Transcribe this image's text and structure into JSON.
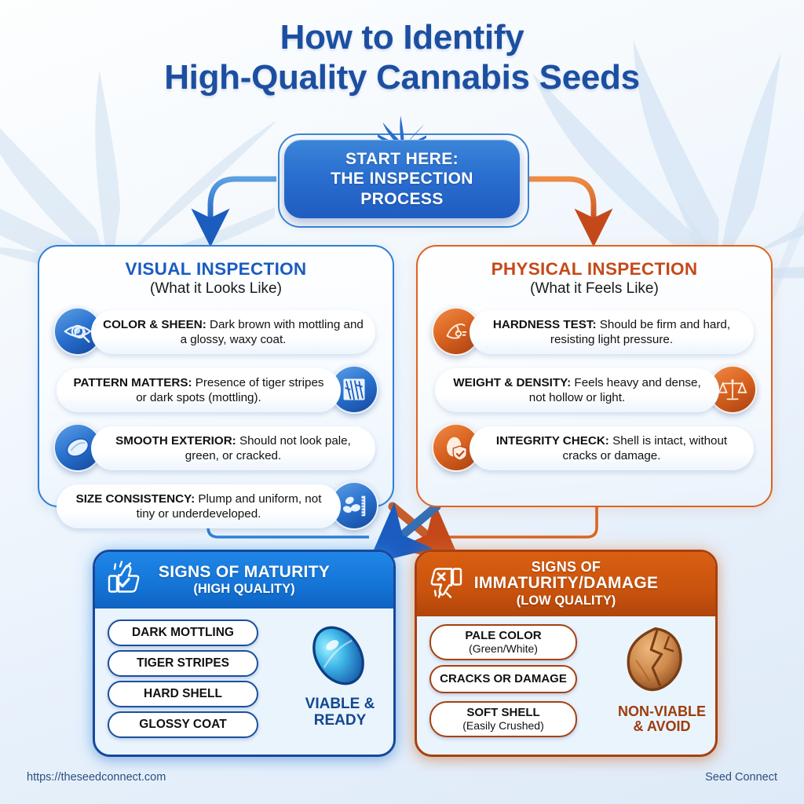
{
  "title": {
    "line1": "How to Identify",
    "line2": "High-Quality Cannabis Seeds"
  },
  "start": {
    "label": "START HERE:\nTHE INSPECTION\nPROCESS",
    "icon": "cannabis-leaf-icon"
  },
  "colors": {
    "blue_accent": "#2a6fd0",
    "blue_dark": "#16489b",
    "blue_title": "#1c4fa1",
    "orange_accent": "#dd6320",
    "orange_dark": "#a8400f",
    "panel_bg": "#eaf4fd",
    "page_bg": "#eef5fc"
  },
  "panels": [
    {
      "id": "visual",
      "title": "VISUAL INSPECTION",
      "subtitle": "(What it Looks Like)",
      "items": [
        {
          "term": "COLOR & SHEEN:",
          "desc": " Dark brown with mottling and a glossy, waxy coat.",
          "icon": "eye-magnifier-icon",
          "icon_side": "left"
        },
        {
          "term": "PATTERN MATTERS:",
          "desc": " Presence of tiger stripes or dark spots (mottling).",
          "icon": "tiger-stripe-pattern-icon",
          "icon_side": "right"
        },
        {
          "term": "SMOOTH EXTERIOR:",
          "desc": " Should not look pale, green, or cracked.",
          "icon": "smooth-seed-icon",
          "icon_side": "left"
        },
        {
          "term": "SIZE CONSISTENCY:",
          "desc": " Plump and uniform, not tiny or underdeveloped.",
          "icon": "seeds-ruler-icon",
          "icon_side": "right"
        }
      ]
    },
    {
      "id": "physical",
      "title": "PHYSICAL INSPECTION",
      "subtitle": "(What it Feels Like)",
      "items": [
        {
          "term": "HARDNESS TEST:",
          "desc": " Should be firm and hard, resisting light pressure.",
          "icon": "pinching-hand-icon",
          "icon_side": "left"
        },
        {
          "term": "WEIGHT & DENSITY:",
          "desc": " Feels heavy and dense, not hollow or light.",
          "icon": "balance-scale-icon",
          "icon_side": "right"
        },
        {
          "term": "INTEGRITY CHECK:",
          "desc": " Shell is intact, without cracks or damage.",
          "icon": "seed-shield-check-icon",
          "icon_side": "left"
        }
      ]
    }
  ],
  "outcomes": {
    "good": {
      "heading_line1": "SIGNS OF MATURITY",
      "heading_line2": "(HIGH QUALITY)",
      "icon": "thumbs-up-check-icon",
      "tags": [
        {
          "label": "DARK MOTTLING"
        },
        {
          "label": "TIGER STRIPES"
        },
        {
          "label": "HARD SHELL"
        },
        {
          "label": "GLOSSY COAT"
        }
      ],
      "result_line1": "VIABLE &",
      "result_line2": "READY",
      "result_icon": "glossy-blue-seed-icon"
    },
    "bad": {
      "heading_line1": "SIGNS OF",
      "heading_line2": "IMMATURITY/DAMAGE",
      "heading_line3": "(LOW QUALITY)",
      "icon": "thumbs-down-cross-icon",
      "tags": [
        {
          "label": "PALE COLOR",
          "note": "(Green/White)"
        },
        {
          "label": "CRACKS OR DAMAGE",
          "note": ""
        },
        {
          "label": "SOFT SHELL",
          "note": "(Easily Crushed)"
        }
      ],
      "result_line1": "NON-VIABLE",
      "result_line2": "& AVOID",
      "result_icon": "cracked-brown-seed-icon"
    }
  },
  "footer": {
    "url": "https://theseedconnect.com",
    "brand": "Seed Connect"
  }
}
